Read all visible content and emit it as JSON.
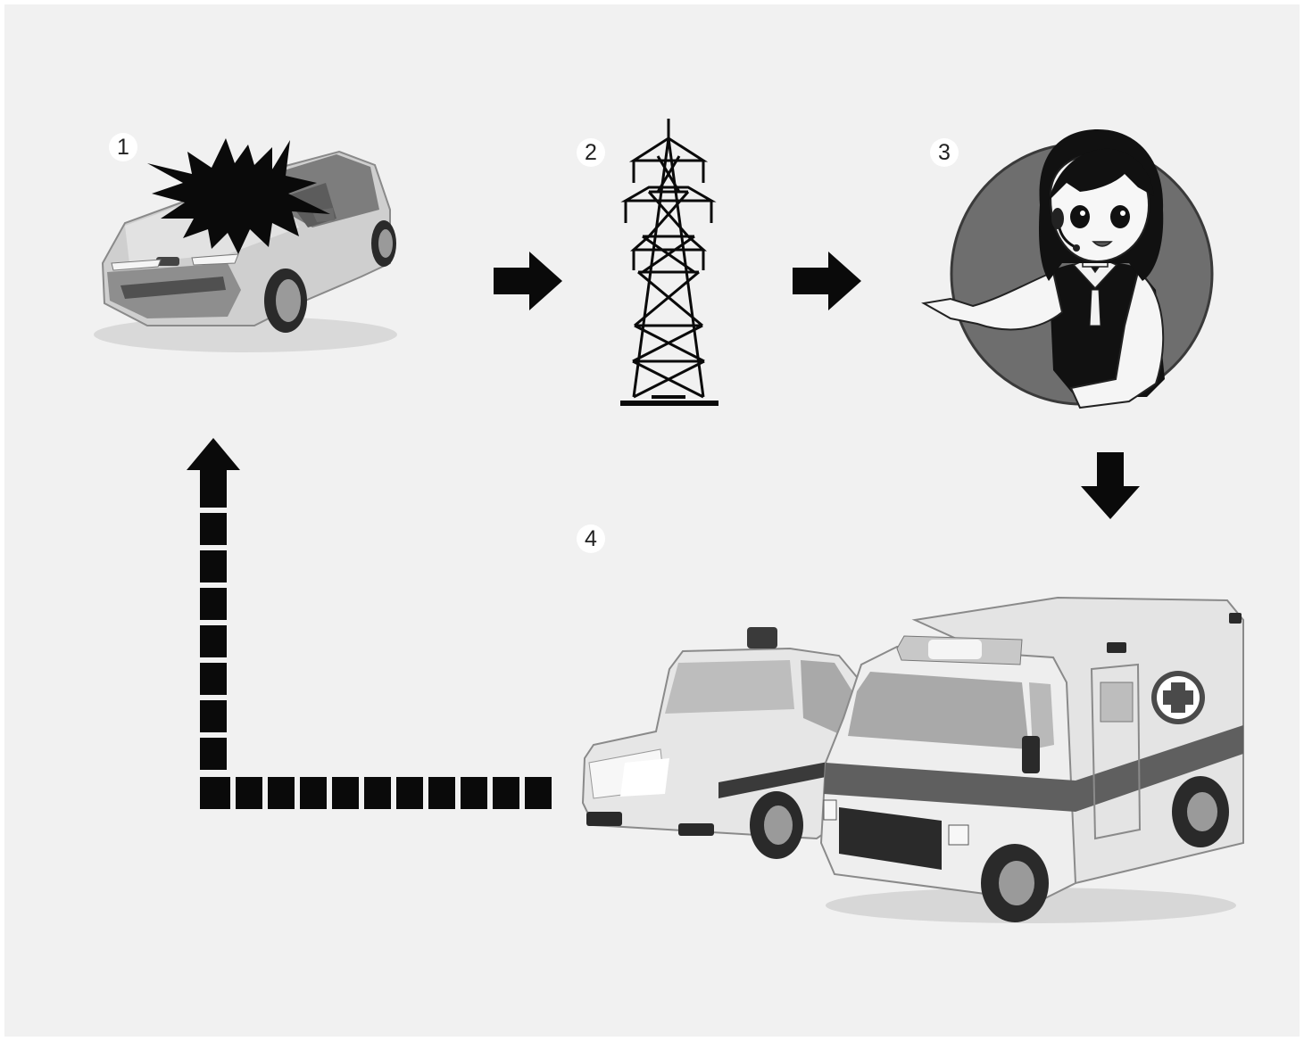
{
  "diagram": {
    "steps": [
      {
        "number": "1",
        "icon": "crashed-car-icon"
      },
      {
        "number": "2",
        "icon": "transmission-tower-icon"
      },
      {
        "number": "3",
        "icon": "call-center-operator-icon"
      },
      {
        "number": "4",
        "icon": "emergency-vehicles-icon"
      }
    ],
    "flow_arrows": [
      "solid-right-arrow",
      "solid-right-arrow",
      "solid-down-arrow",
      "dashed-return-arrow"
    ],
    "colors": {
      "background": "#f1f1f1",
      "arrow": "#0a0a0a",
      "badge": "#ffffff",
      "operator_circle": "#6e6e6e"
    }
  }
}
